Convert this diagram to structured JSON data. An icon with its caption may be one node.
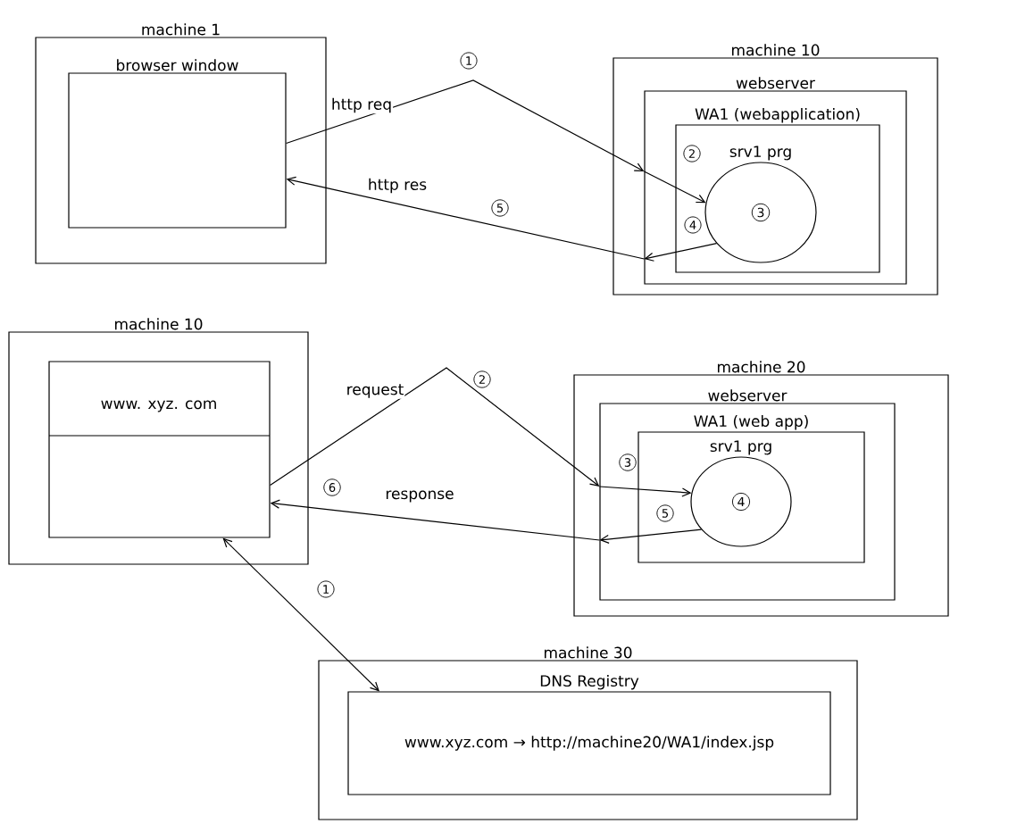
{
  "diagram": {
    "nodes": [
      {
        "text": [
          "machine 1"
        ]
      },
      {
        "text": [
          "browser window"
        ],
        "in": 0
      },
      {
        "text": [
          "machine 10"
        ]
      },
      {
        "text": [
          "webserver"
        ],
        "in": 2
      },
      {
        "text": [
          "WA1 (webapplication)"
        ],
        "in": 3
      },
      {
        "text": [
          "srv1 prg",
          "3"
        ],
        "in": 4
      },
      {
        "text": [
          "machine 10"
        ]
      },
      {
        "text": [
          "www. xyz. com"
        ],
        "in": 6
      },
      {
        "text": [
          "machine 20"
        ]
      },
      {
        "text": [
          "webserver"
        ],
        "in": 8
      },
      {
        "text": [
          "WA1 (web app)"
        ],
        "in": 9
      },
      {
        "text": [
          "srv1 prg",
          "4"
        ],
        "in": 10
      },
      {
        "text": [
          "machine 30"
        ]
      },
      {
        "text": [
          "DNS Registry",
          "www.xyz.com → http://machine20/WA1/index.jsp"
        ],
        "in": 12
      }
    ],
    "edges": [
      {
        "from": 1,
        "to": 3,
        "arrow": "to",
        "label": "http req"
      },
      {
        "from": 3,
        "to": 5,
        "arrow": "to"
      },
      {
        "from": 5,
        "to": 3,
        "arrow": "to"
      },
      {
        "from": 3,
        "to": 1,
        "arrow": "to",
        "label": "http res"
      },
      {
        "from": 7,
        "to": 9,
        "arrow": "to",
        "label": "request"
      },
      {
        "from": 9,
        "to": 11,
        "arrow": "to"
      },
      {
        "from": 11,
        "to": 9,
        "arrow": "to"
      },
      {
        "from": 9,
        "to": 7,
        "arrow": "to",
        "label": "response"
      },
      {
        "from": 13,
        "to": 7,
        "arrow": "both"
      }
    ],
    "labels": [
      "1",
      "2",
      "5",
      "4",
      "2",
      "3",
      "6",
      "5",
      "1"
    ]
  }
}
